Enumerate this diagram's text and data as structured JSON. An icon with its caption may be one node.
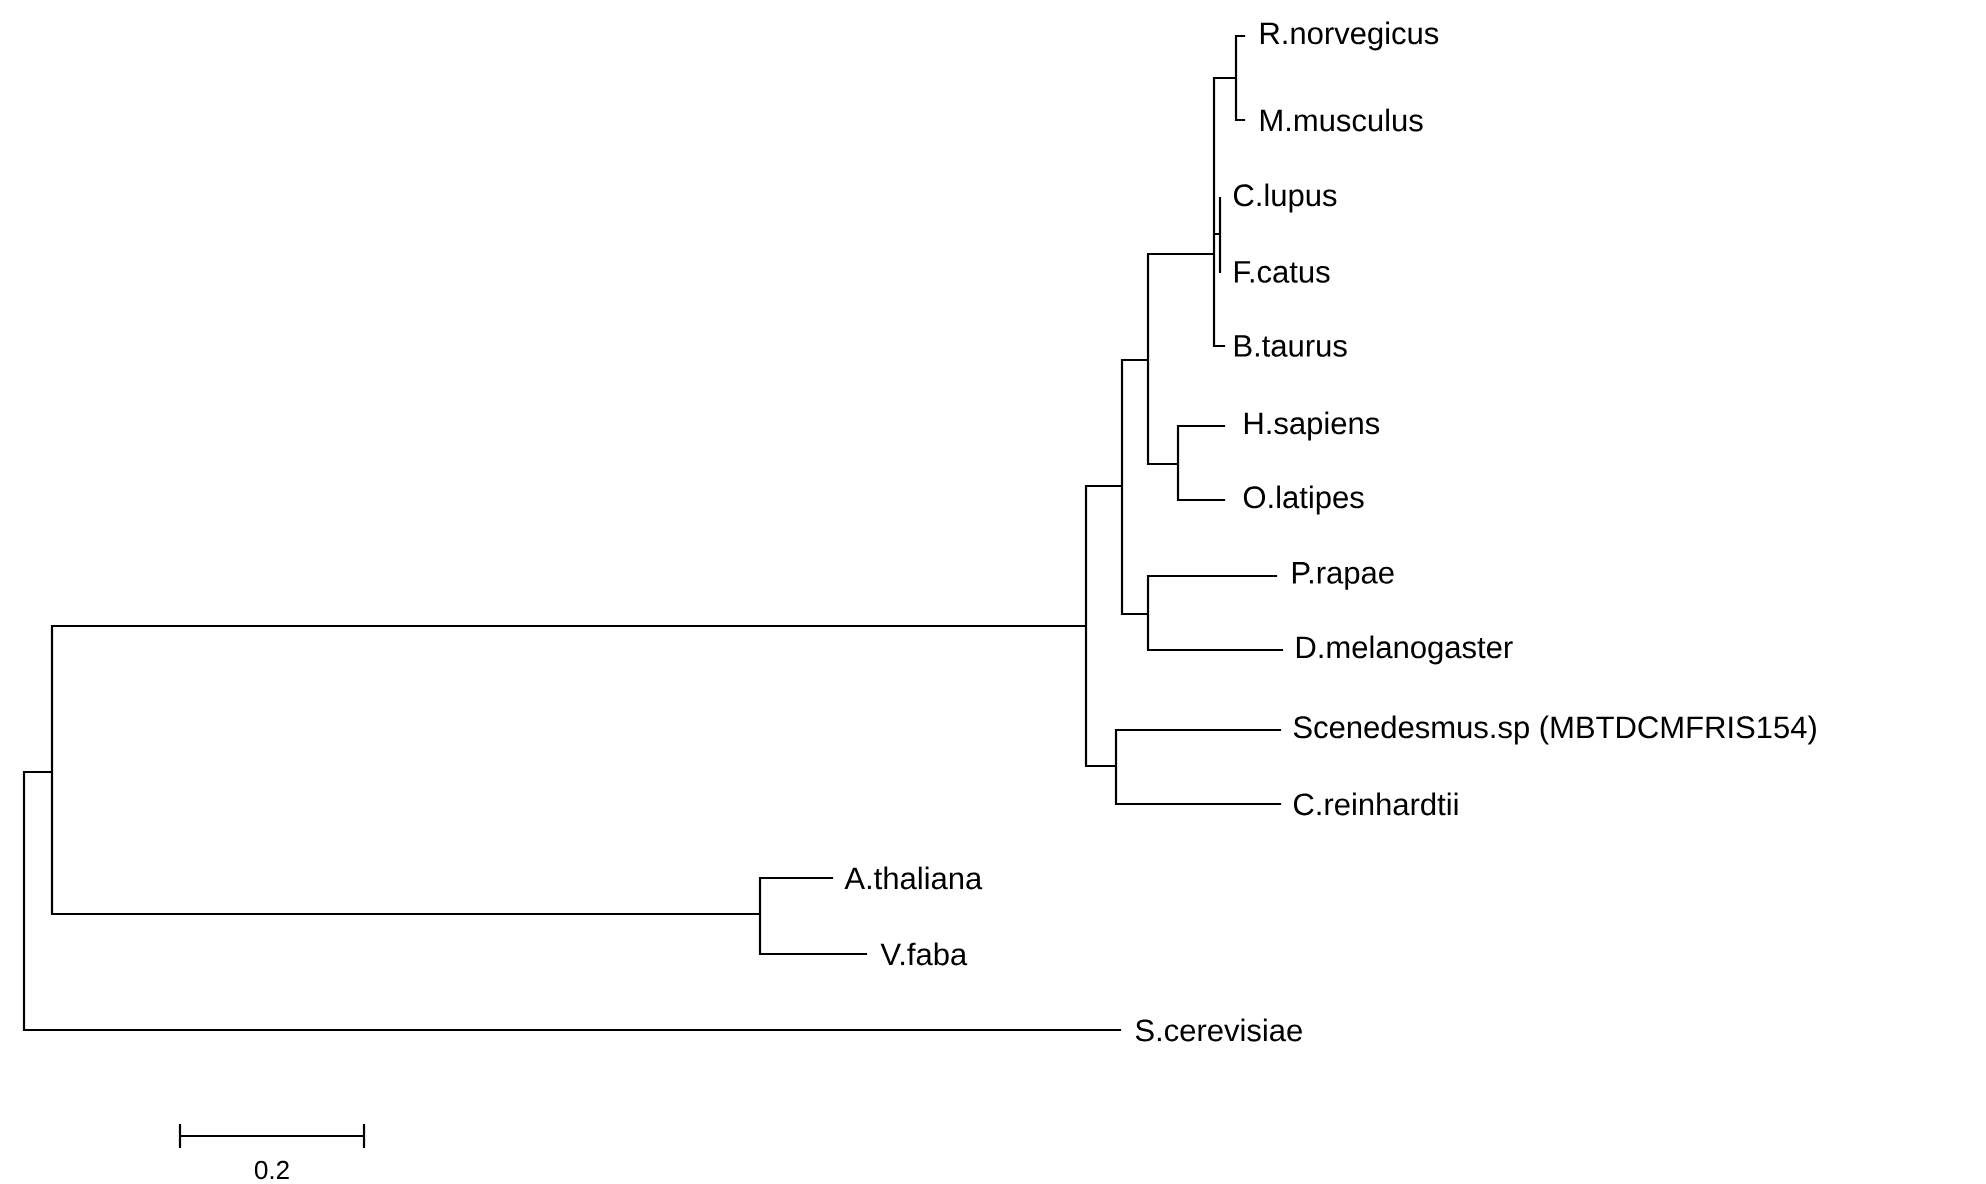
{
  "diagram": {
    "labels": [
      "R.norvegicus",
      "M.musculus",
      "C.lupus",
      "F.catus",
      "B.taurus",
      "H.sapiens",
      "O.latipes",
      "P.rapae",
      "D.melanogaster",
      "Scenedesmus.sp (MBTDCMFRIS154)",
      "C.reinhardtii",
      "A.thaliana",
      "V.faba",
      "S.cerevisiae",
      "0.2"
    ]
  }
}
